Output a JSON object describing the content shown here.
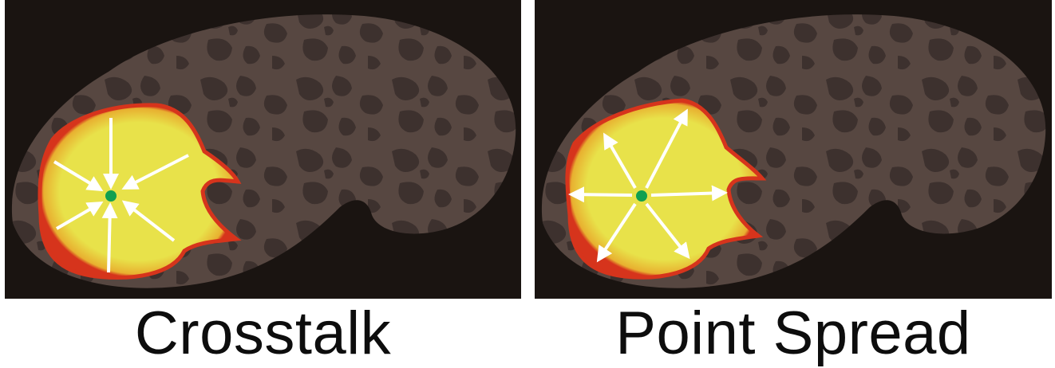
{
  "panels": [
    {
      "caption": "Crosstalk",
      "arrow_direction": "inward"
    },
    {
      "caption": "Point Spread",
      "arrow_direction": "outward"
    }
  ],
  "colors": {
    "background": "#1a1411",
    "cortex": "#5a4a44",
    "sulci": "#3f3330",
    "activation": "#e8e24a",
    "activation_edge": "#d6341c",
    "arrow": "#ffffff",
    "source_point": "#12a050",
    "caption": "#0d0d0d"
  }
}
